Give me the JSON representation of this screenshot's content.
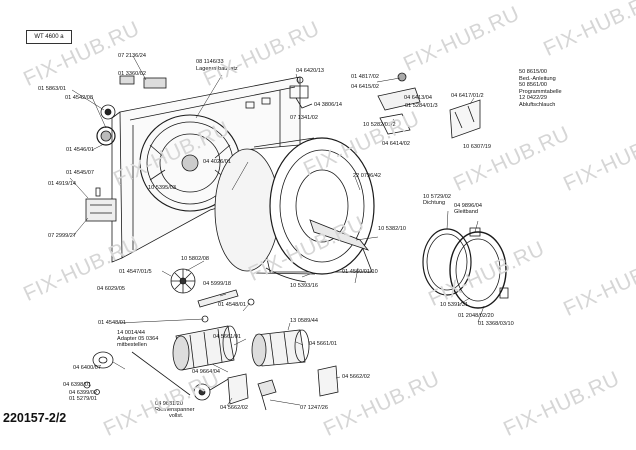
{
  "model": "WT 4600 a",
  "document_number": "220157-2/2",
  "watermark": "FIX-HUB.RU",
  "side_notes": [
    "50 8615/00",
    "Bed.-Anleitung",
    "50 8561/00",
    "Programmtabelle",
    "12 0422/29",
    "Abluftschlauch"
  ],
  "parts": [
    {
      "id": "p1",
      "label": "01 5863/01"
    },
    {
      "id": "p2",
      "label": "07 2136/24"
    },
    {
      "id": "p3",
      "label": "01 3360/02"
    },
    {
      "id": "p4",
      "label": "01 4542/08"
    },
    {
      "id": "p5",
      "label": "08 1146/33"
    },
    {
      "id": "p6",
      "label": "Lagerumbausatz"
    },
    {
      "id": "p7",
      "label": "04 6420/13"
    },
    {
      "id": "p8",
      "label": "01 4817/02"
    },
    {
      "id": "p9",
      "label": "04 6415/02"
    },
    {
      "id": "p10",
      "label": "04 3806/14"
    },
    {
      "id": "p11",
      "label": "04 6413/04"
    },
    {
      "id": "p12",
      "label": "04 6417/01/2"
    },
    {
      "id": "p13",
      "label": "01 5284/01/3"
    },
    {
      "id": "p14",
      "label": "07 1341/02"
    },
    {
      "id": "p15",
      "label": "10 5282/01/2"
    },
    {
      "id": "p16",
      "label": "04 6414/02"
    },
    {
      "id": "p17",
      "label": "10 6307/19"
    },
    {
      "id": "p18",
      "label": "01 4546/01"
    },
    {
      "id": "p19",
      "label": "04 4026/01"
    },
    {
      "id": "p20",
      "label": "01 4545/07"
    },
    {
      "id": "p21",
      "label": "01 4919/14"
    },
    {
      "id": "p22",
      "label": "10 5395/03"
    },
    {
      "id": "p23",
      "label": "22 0796/42"
    },
    {
      "id": "p24",
      "label": "10 5729/02"
    },
    {
      "id": "p25",
      "label": "Dichtung"
    },
    {
      "id": "p26",
      "label": "04 9896/04"
    },
    {
      "id": "p27",
      "label": "Gleitband"
    },
    {
      "id": "p28",
      "label": "07 2999/27"
    },
    {
      "id": "p29",
      "label": "10 5382/10"
    },
    {
      "id": "p30",
      "label": "10 5802/08"
    },
    {
      "id": "p31",
      "label": "01 4547/01/5"
    },
    {
      "id": "p32",
      "label": "04 5999/18"
    },
    {
      "id": "p33",
      "label": "10 5393/16"
    },
    {
      "id": "p34",
      "label": "01 4560/01/10"
    },
    {
      "id": "p35",
      "label": "04 6029/05"
    },
    {
      "id": "p36",
      "label": "01 4548/01"
    },
    {
      "id": "p37",
      "label": "01 4548/01"
    },
    {
      "id": "p38",
      "label": "13 0589/44"
    },
    {
      "id": "p39",
      "label": "10 5391/31"
    },
    {
      "id": "p40",
      "label": "01 2048/02/20"
    },
    {
      "id": "p41",
      "label": "01 3368/03/10"
    },
    {
      "id": "p42",
      "label": "14 0014/44"
    },
    {
      "id": "p43",
      "label": "Adapter 05 0364"
    },
    {
      "id": "p44",
      "label": "mitbestellen"
    },
    {
      "id": "p45",
      "label": "04 5661/01"
    },
    {
      "id": "p46",
      "label": "04 6400/07"
    },
    {
      "id": "p47",
      "label": "04 9664/04"
    },
    {
      "id": "p48",
      "label": "04 5661/01"
    },
    {
      "id": "p49",
      "label": "04 5662/02"
    },
    {
      "id": "p50",
      "label": "04 6398/01"
    },
    {
      "id": "p51",
      "label": "04 6399/02"
    },
    {
      "id": "p52",
      "label": "01 5279/01"
    },
    {
      "id": "p53",
      "label": "04 9631/20"
    },
    {
      "id": "p54",
      "label": "Riemenspanner"
    },
    {
      "id": "p55",
      "label": "vollst."
    },
    {
      "id": "p56",
      "label": "04 5662/02"
    },
    {
      "id": "p57",
      "label": "07 1247/26"
    }
  ]
}
